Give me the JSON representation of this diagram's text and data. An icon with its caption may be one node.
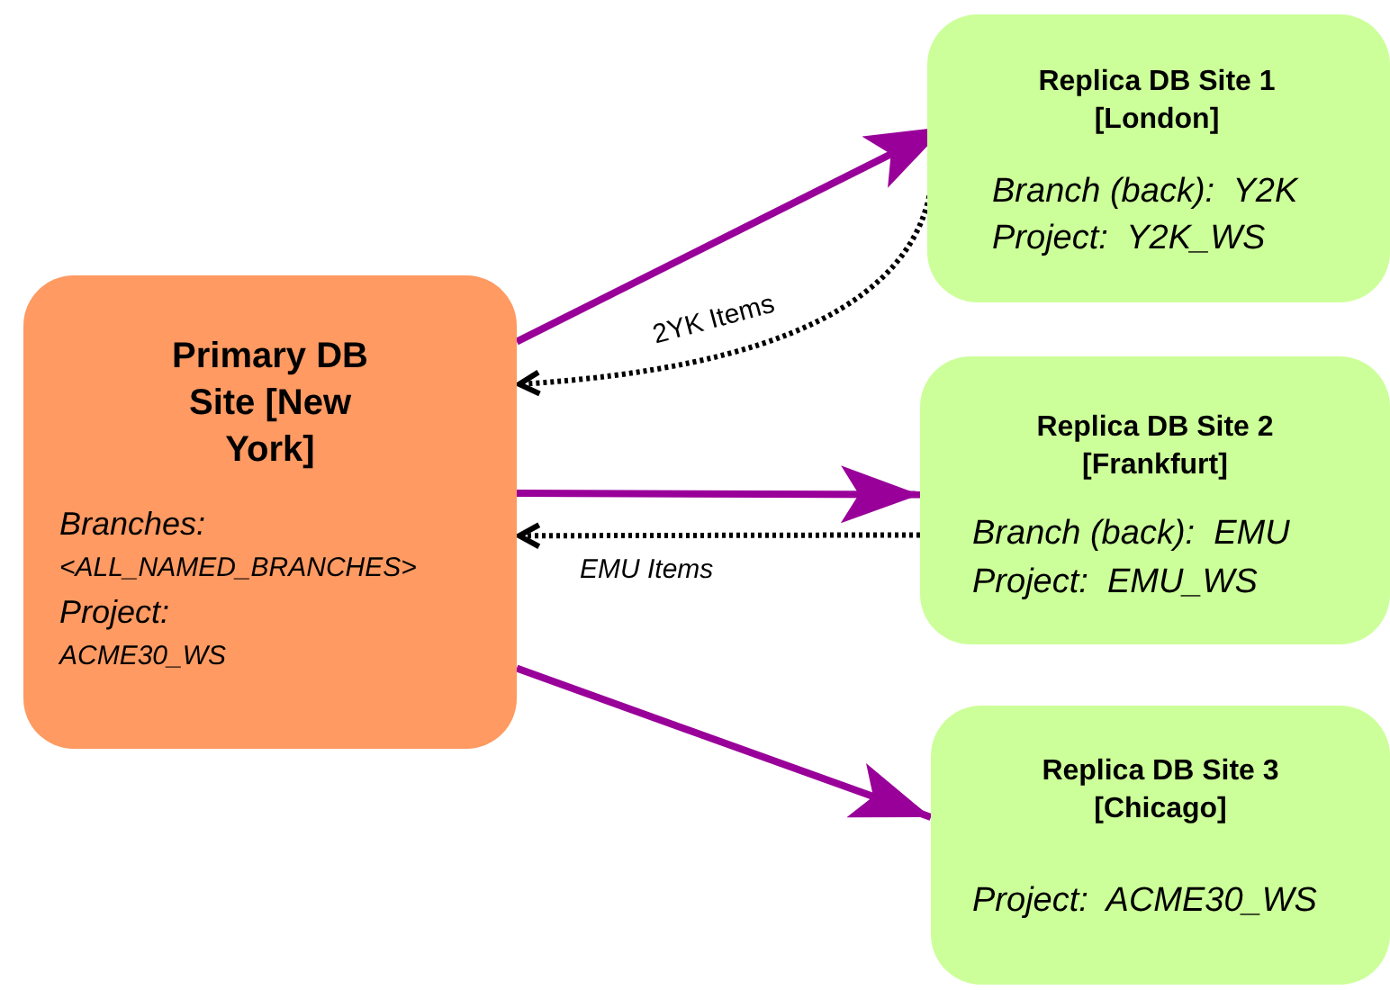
{
  "diagram": {
    "nodes": [
      {
        "text": [
          "Primary DB Site [New York]",
          "Branches:",
          "<ALL_NAMED_BRANCHES>",
          "Project:",
          "ACME30_WS"
        ]
      },
      {
        "text": [
          "Replica DB Site 1 [London]",
          "Branch (back):  Y2K",
          "Project:  Y2K_WS"
        ]
      },
      {
        "text": [
          "Replica DB Site 2 [Frankfurt]",
          "Branch (back):  EMU",
          "Project:  EMU_WS"
        ]
      },
      {
        "text": [
          "Replica DB Site 3 [Chicago]",
          "Project:  ACME30_WS"
        ]
      }
    ],
    "edges": [
      {
        "from": 0,
        "to": 1,
        "arrow": "to"
      },
      {
        "from": 1,
        "to": 0,
        "arrow": "to",
        "label": "2YK Items",
        "style": "dashed",
        "color": "#000000"
      },
      {
        "from": 0,
        "to": 2,
        "arrow": "to"
      },
      {
        "from": 2,
        "to": 0,
        "arrow": "to",
        "label": "EMU Items",
        "style": "dashed",
        "color": "#000000"
      },
      {
        "from": 0,
        "to": 3,
        "arrow": "to"
      }
    ]
  }
}
